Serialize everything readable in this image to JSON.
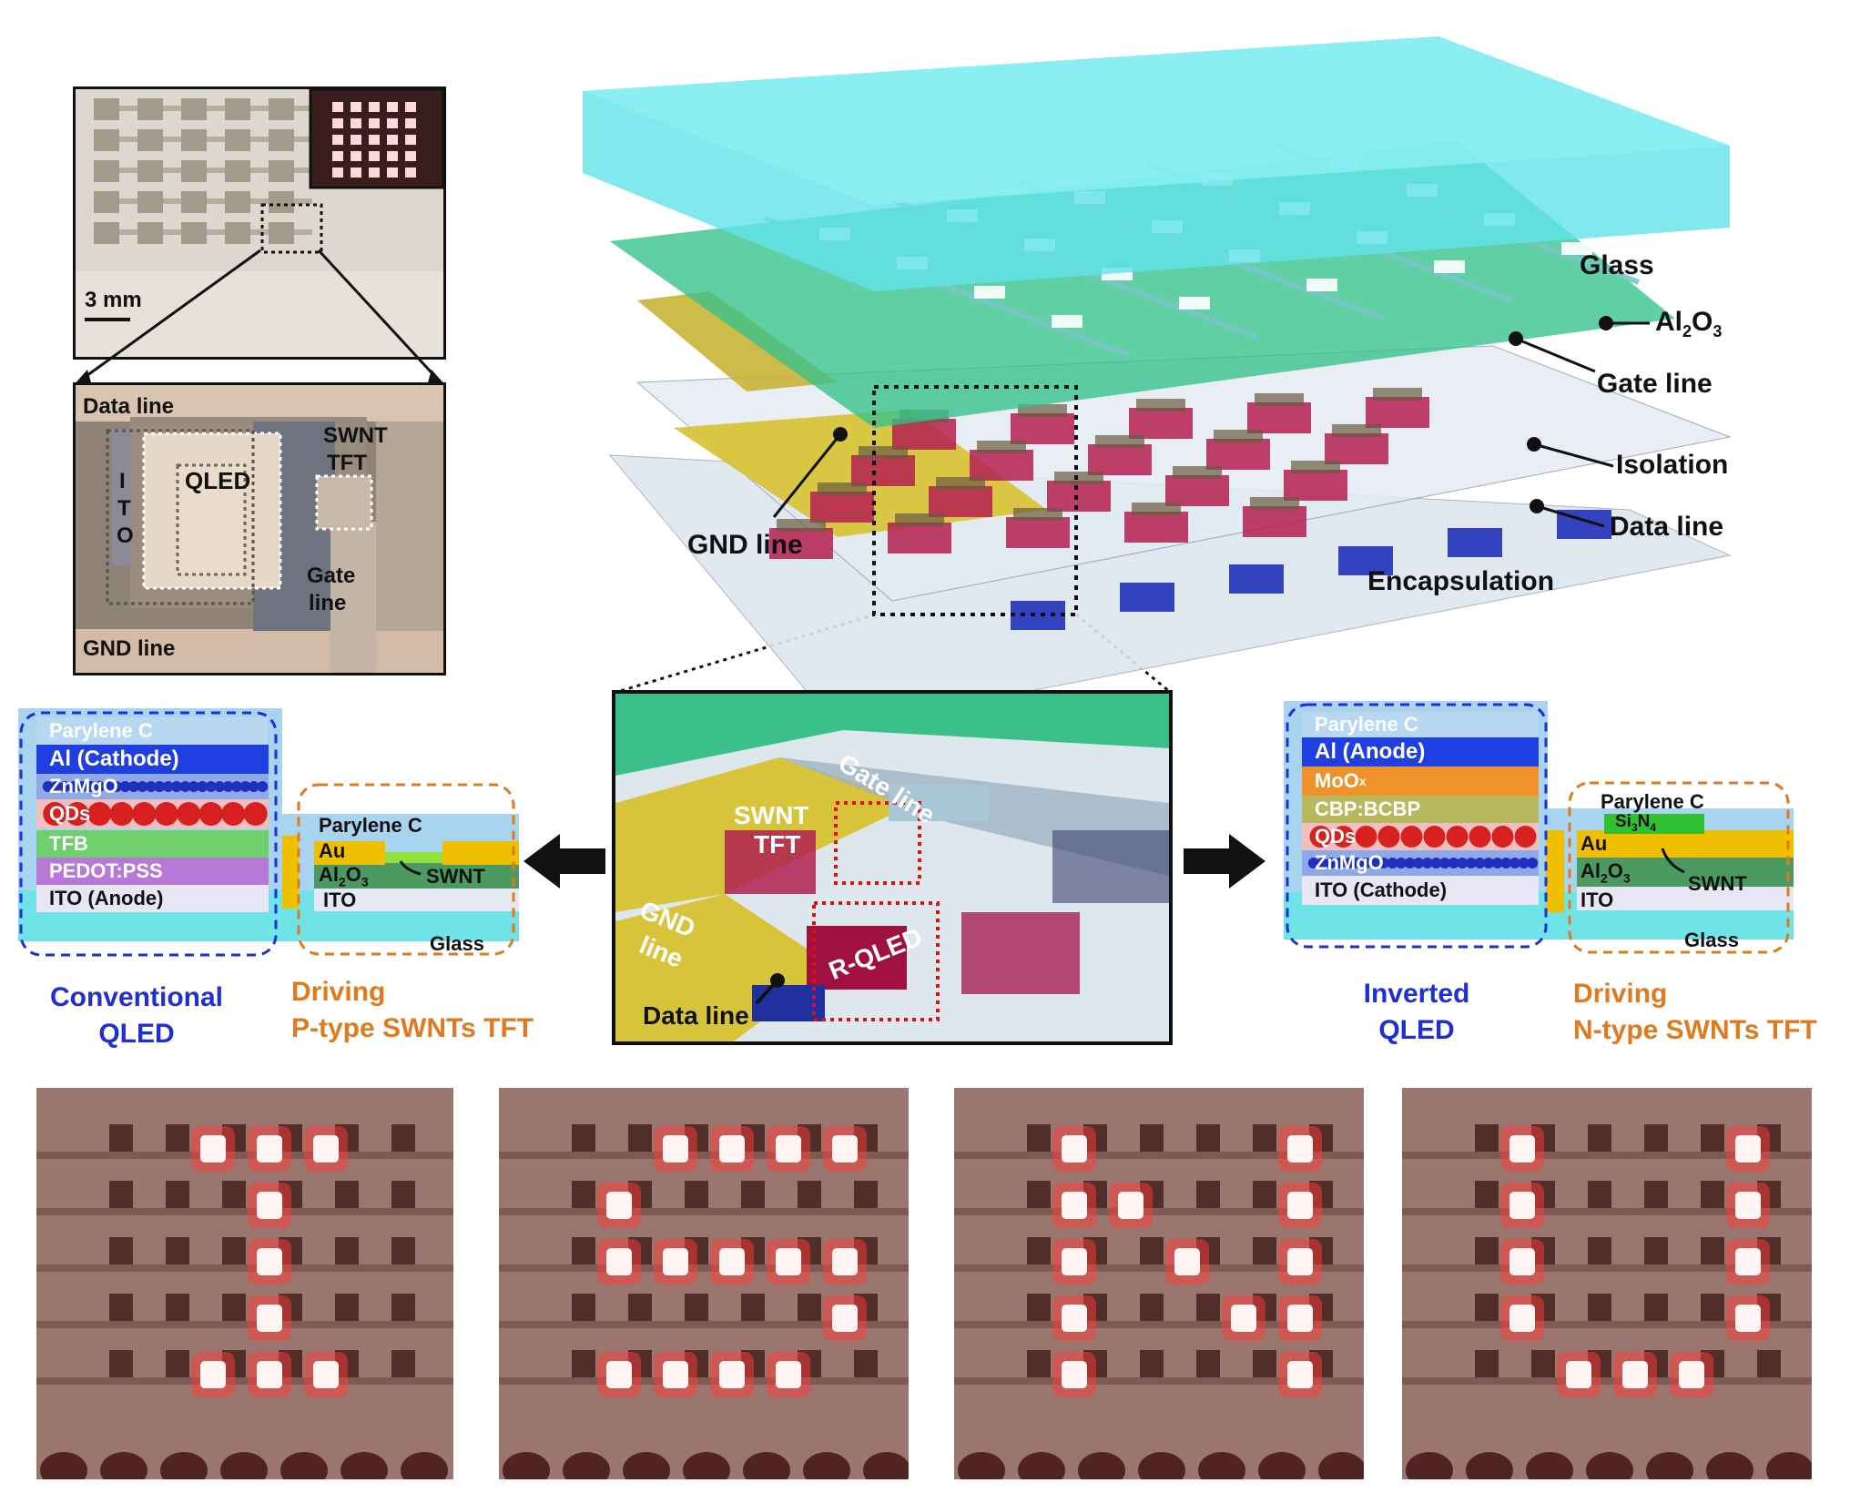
{
  "photo": {
    "scale_bar": "3 mm"
  },
  "micrograph": {
    "data_line": "Data line",
    "swnt": "SWNT",
    "tft": "TFT",
    "qled": "QLED",
    "ito_i": "I",
    "ito_t": "T",
    "ito_o": "O",
    "gate": "Gate",
    "line": "line",
    "gnd_line": "GND line"
  },
  "exploded": {
    "glass": "Glass",
    "al2o3_main": "Al",
    "al2o3_sub": "2",
    "al2o3_end": "O",
    "al2o3_sub2": "3",
    "gate_line": "Gate line",
    "isolation": "Isolation",
    "data_line": "Data line",
    "encapsulation": "Encapsulation",
    "gnd_line": "GND line"
  },
  "zoom": {
    "gate_line": "Gate line",
    "swnt": "SWNT",
    "tft": "TFT",
    "gnd": "GND",
    "line": "line",
    "rqled": "R-QLED",
    "data_line": "Data line"
  },
  "left_stack": {
    "layers": [
      "Parylene C",
      "Al (Cathode)",
      "ZnMgO",
      "QDs",
      "TFB",
      "PEDOT:PSS",
      "ITO (Anode)"
    ],
    "tft_parylene": "Parylene C",
    "au": "Au",
    "al2o3": "Al",
    "al2o3_sub": "2",
    "al2o3_o": "O",
    "al2o3_sub2": "3",
    "swnt": "SWNT",
    "ito": "ITO",
    "glass": "Glass",
    "cap_left_1": "Conventional",
    "cap_left_2": "QLED",
    "cap_right_1": "Driving",
    "cap_right_2": "P-type SWNTs TFT"
  },
  "right_stack": {
    "layers": [
      "Parylene C",
      "Al (Anode)",
      "MoO",
      "CBP:BCBP",
      "QDs",
      "ZnMgO",
      "ITO (Cathode)"
    ],
    "moox_sub": "x",
    "tft_parylene": "Parylene C",
    "si3n4_a": "Si",
    "si3n4_b": "3",
    "si3n4_c": "N",
    "si3n4_d": "4",
    "au": "Au",
    "al2o3": "Al",
    "al2o3_sub": "2",
    "al2o3_o": "O",
    "al2o3_sub2": "3",
    "swnt": "SWNT",
    "ito": "ITO",
    "glass": "Glass",
    "cap_left_1": "Inverted",
    "cap_left_2": "QLED",
    "cap_right_1": "Driving",
    "cap_right_2": "N-type SWNTs TFT"
  },
  "patterns": [
    {
      "name": "I",
      "on": [
        [
          0,
          1
        ],
        [
          0,
          2
        ],
        [
          0,
          3
        ],
        [
          1,
          2
        ],
        [
          2,
          2
        ],
        [
          3,
          2
        ],
        [
          4,
          1
        ],
        [
          4,
          2
        ],
        [
          4,
          3
        ]
      ]
    },
    {
      "name": "S",
      "on": [
        [
          0,
          1
        ],
        [
          0,
          2
        ],
        [
          0,
          3
        ],
        [
          0,
          4
        ],
        [
          1,
          0
        ],
        [
          2,
          0
        ],
        [
          2,
          1
        ],
        [
          2,
          2
        ],
        [
          2,
          3
        ],
        [
          2,
          4
        ],
        [
          3,
          4
        ],
        [
          4,
          0
        ],
        [
          4,
          1
        ],
        [
          4,
          2
        ],
        [
          4,
          3
        ]
      ]
    },
    {
      "name": "M",
      "on": [
        [
          0,
          0
        ],
        [
          0,
          4
        ],
        [
          1,
          0
        ],
        [
          1,
          1
        ],
        [
          1,
          4
        ],
        [
          2,
          0
        ],
        [
          2,
          2
        ],
        [
          2,
          4
        ],
        [
          3,
          0
        ],
        [
          3,
          3
        ],
        [
          3,
          4
        ],
        [
          4,
          0
        ],
        [
          4,
          4
        ]
      ]
    },
    {
      "name": "U",
      "on": [
        [
          0,
          0
        ],
        [
          0,
          4
        ],
        [
          1,
          0
        ],
        [
          1,
          4
        ],
        [
          2,
          0
        ],
        [
          2,
          4
        ],
        [
          3,
          0
        ],
        [
          3,
          4
        ],
        [
          4,
          1
        ],
        [
          4,
          2
        ],
        [
          4,
          3
        ]
      ]
    }
  ],
  "colors": {
    "glass": "#6fe3e8",
    "al2o3": "#3fbf8a",
    "gold": "#d9c22a",
    "blue_layer": "#1f3fe0",
    "qd_red": "#d82020",
    "pixel_glow": "#ff3a3a"
  }
}
